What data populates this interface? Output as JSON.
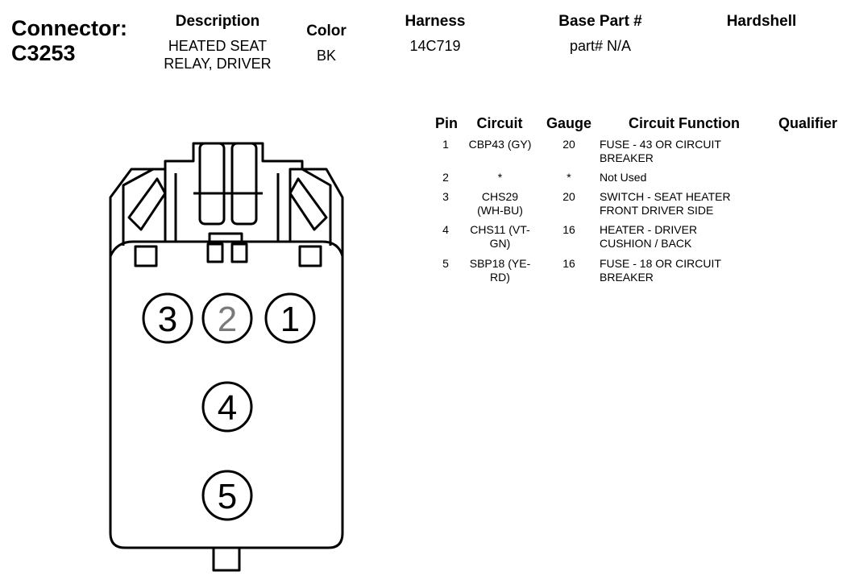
{
  "header": {
    "connector_label": "Connector:",
    "connector_id": "C3253",
    "description_label": "Description",
    "description_value_line1": "HEATED SEAT",
    "description_value_line2": "RELAY, DRIVER",
    "color_label": "Color",
    "color_value": "BK",
    "harness_label": "Harness",
    "harness_value": "14C719",
    "base_part_label": "Base Part #",
    "base_part_value": "part# N/A",
    "hardshell_label": "Hardshell"
  },
  "pin_table": {
    "columns": [
      "Pin",
      "Circuit",
      "Gauge",
      "Circuit Function",
      "Qualifier"
    ],
    "rows": [
      {
        "pin": "1",
        "circuit_l1": "CBP43 (GY)",
        "circuit_l2": "",
        "gauge": "20",
        "function_l1": "FUSE - 43 OR CIRCUIT",
        "function_l2": "BREAKER",
        "qualifier": ""
      },
      {
        "pin": "2",
        "circuit_l1": "*",
        "circuit_l2": "",
        "gauge": "*",
        "function_l1": "Not Used",
        "function_l2": "",
        "qualifier": ""
      },
      {
        "pin": "3",
        "circuit_l1": "CHS29",
        "circuit_l2": "(WH-BU)",
        "gauge": "20",
        "function_l1": "SWITCH - SEAT HEATER",
        "function_l2": "FRONT DRIVER SIDE",
        "qualifier": ""
      },
      {
        "pin": "4",
        "circuit_l1": "CHS11 (VT-",
        "circuit_l2": "GN)",
        "gauge": "16",
        "function_l1": "HEATER - DRIVER",
        "function_l2": "CUSHION / BACK",
        "qualifier": ""
      },
      {
        "pin": "5",
        "circuit_l1": "SBP18 (YE-",
        "circuit_l2": "RD)",
        "gauge": "16",
        "function_l1": "FUSE - 18 OR CIRCUIT",
        "function_l2": "BREAKER",
        "qualifier": ""
      }
    ]
  },
  "connector_face": {
    "pins": [
      {
        "label": "3",
        "color": "#000000"
      },
      {
        "label": "2",
        "color": "#7a7a7a"
      },
      {
        "label": "1",
        "color": "#000000"
      },
      {
        "label": "4",
        "color": "#000000"
      },
      {
        "label": "5",
        "color": "#000000"
      }
    ]
  }
}
